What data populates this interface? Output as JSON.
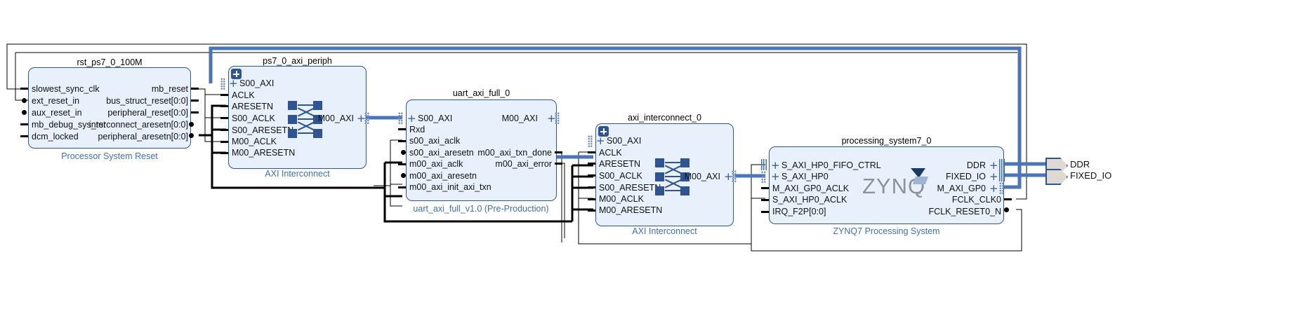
{
  "diagram": {
    "tool": "block-design-canvas",
    "colors": {
      "block_fill": "#e8f0fb",
      "block_border": "#2f5496",
      "caption": "#3f6fb5",
      "bus_wire": "#4a76b8",
      "net_wire": "#000000"
    }
  },
  "blocks": [
    {
      "id": "rst_ps7_0_100M",
      "title": "rst_ps7_0_100M",
      "caption": "Processor System Reset",
      "left_ports": [
        {
          "name": "slowest_sync_clk",
          "type": "pin"
        },
        {
          "name": "ext_reset_in",
          "type": "bubble"
        },
        {
          "name": "aux_reset_in",
          "type": "bubble"
        },
        {
          "name": "mb_debug_sys_rst",
          "type": "pin"
        },
        {
          "name": "dcm_locked",
          "type": "pin"
        }
      ],
      "right_ports": [
        {
          "name": "mb_reset",
          "type": "pin"
        },
        {
          "name": "bus_struct_reset[0:0]",
          "type": "pin"
        },
        {
          "name": "peripheral_reset[0:0]",
          "type": "pin"
        },
        {
          "name": "interconnect_aresetn[0:0]",
          "type": "bubble"
        },
        {
          "name": "peripheral_aresetn[0:0]",
          "type": "bubble"
        }
      ]
    },
    {
      "id": "ps7_0_axi_periph",
      "title": "ps7_0_axi_periph",
      "caption": "AXI Interconnect",
      "left_ports": [
        {
          "name": "S00_AXI",
          "type": "interface"
        },
        {
          "name": "ACLK",
          "type": "pin"
        },
        {
          "name": "ARESETN",
          "type": "pin"
        },
        {
          "name": "S00_ACLK",
          "type": "pin"
        },
        {
          "name": "S00_ARESETN",
          "type": "pin"
        },
        {
          "name": "M00_ACLK",
          "type": "pin"
        },
        {
          "name": "M00_ARESETN",
          "type": "pin"
        }
      ],
      "right_ports": [
        {
          "name": "M00_AXI",
          "type": "interface"
        }
      ],
      "glyph": "crossbar-icon",
      "expander": true
    },
    {
      "id": "uart_axi_full_0",
      "title": "uart_axi_full_0",
      "caption": "uart_axi_full_v1.0 (Pre-Production)",
      "left_ports": [
        {
          "name": "S00_AXI",
          "type": "interface"
        },
        {
          "name": "Rxd",
          "type": "pin"
        },
        {
          "name": "s00_axi_aclk",
          "type": "pin"
        },
        {
          "name": "s00_axi_aresetn",
          "type": "bubble"
        },
        {
          "name": "m00_axi_aclk",
          "type": "pin"
        },
        {
          "name": "m00_axi_aresetn",
          "type": "bubble"
        },
        {
          "name": "m00_axi_init_axi_txn",
          "type": "pin"
        }
      ],
      "right_ports": [
        {
          "name": "M00_AXI",
          "type": "interface"
        },
        {
          "name": "m00_axi_txn_done",
          "type": "pin"
        },
        {
          "name": "m00_axi_error",
          "type": "pin"
        }
      ]
    },
    {
      "id": "axi_interconnect_0",
      "title": "axi_interconnect_0",
      "caption": "AXI Interconnect",
      "left_ports": [
        {
          "name": "S00_AXI",
          "type": "interface"
        },
        {
          "name": "ACLK",
          "type": "pin"
        },
        {
          "name": "ARESETN",
          "type": "pin"
        },
        {
          "name": "S00_ACLK",
          "type": "pin"
        },
        {
          "name": "S00_ARESETN",
          "type": "pin"
        },
        {
          "name": "M00_ACLK",
          "type": "pin"
        },
        {
          "name": "M00_ARESETN",
          "type": "pin"
        }
      ],
      "right_ports": [
        {
          "name": "M00_AXI",
          "type": "interface"
        }
      ],
      "glyph": "crossbar-icon",
      "expander": true
    },
    {
      "id": "processing_system7_0",
      "title": "processing_system7_0",
      "caption": "ZYNQ7 Processing System",
      "logo": "ZYNQ",
      "left_ports": [
        {
          "name": "S_AXI_HP0_FIFO_CTRL",
          "type": "interface"
        },
        {
          "name": "S_AXI_HP0",
          "type": "interface"
        },
        {
          "name": "M_AXI_GP0_ACLK",
          "type": "pin"
        },
        {
          "name": "S_AXI_HP0_ACLK",
          "type": "pin"
        },
        {
          "name": "IRQ_F2P[0:0]",
          "type": "pin"
        }
      ],
      "right_ports": [
        {
          "name": "DDR",
          "type": "interface"
        },
        {
          "name": "FIXED_IO",
          "type": "interface"
        },
        {
          "name": "M_AXI_GP0",
          "type": "interface"
        },
        {
          "name": "FCLK_CLK0",
          "type": "pin"
        },
        {
          "name": "FCLK_RESET0_N",
          "type": "bubble"
        }
      ]
    }
  ],
  "external_ports": [
    {
      "name": "DDR",
      "direction": "output"
    },
    {
      "name": "FIXED_IO",
      "direction": "output"
    }
  ]
}
